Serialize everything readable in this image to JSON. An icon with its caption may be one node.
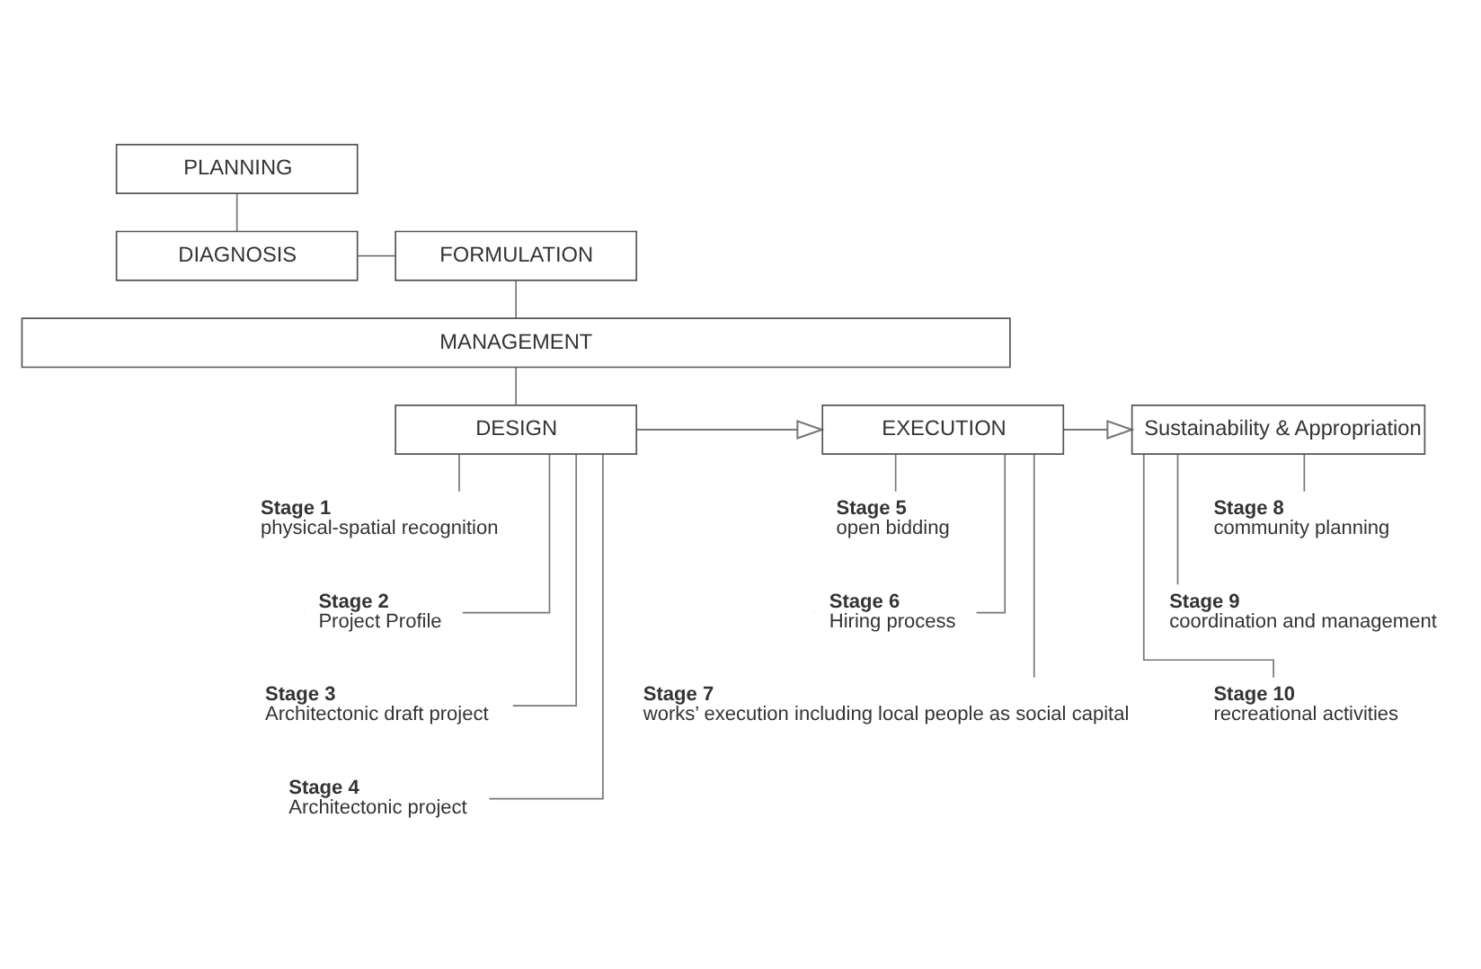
{
  "diagram": {
    "nodes": [
      {
        "text": [
          "PLANNING"
        ]
      },
      {
        "text": [
          "DIAGNOSIS"
        ]
      },
      {
        "text": [
          "FORMULATION"
        ]
      },
      {
        "text": [
          "MANAGEMENT"
        ]
      },
      {
        "text": [
          "DESIGN"
        ]
      },
      {
        "text": [
          "EXECUTION"
        ]
      },
      {
        "text": [
          "Sustainability & Appropriation"
        ]
      },
      {
        "text": [
          "Stage 1",
          "physical-spatial recognition"
        ]
      },
      {
        "text": [
          "Stage 2",
          "Project Profile"
        ]
      },
      {
        "text": [
          "Stage 3",
          "Architectonic draft project"
        ]
      },
      {
        "text": [
          "Stage 4",
          "Architectonic project"
        ]
      },
      {
        "text": [
          "Stage 5",
          "open bidding"
        ]
      },
      {
        "text": [
          "Stage 6",
          "Hiring process"
        ]
      },
      {
        "text": [
          "Stage 7",
          "works’ execution including local people as social capital"
        ]
      },
      {
        "text": [
          "Stage 8",
          "community planning"
        ]
      },
      {
        "text": [
          "Stage 9",
          "coordination and management"
        ]
      },
      {
        "text": [
          "Stage 10",
          "recreational activities"
        ]
      }
    ],
    "edges": [
      {
        "from": 0,
        "to": 1,
        "arrow": "none"
      },
      {
        "from": 1,
        "to": 2,
        "arrow": "none"
      },
      {
        "from": 2,
        "to": 3,
        "arrow": "none"
      },
      {
        "from": 3,
        "to": 4,
        "arrow": "none"
      },
      {
        "from": 4,
        "to": 5,
        "arrow": "to"
      },
      {
        "from": 5,
        "to": 6,
        "arrow": "to"
      },
      {
        "from": 4,
        "to": 7,
        "arrow": "none"
      },
      {
        "from": 4,
        "to": 8,
        "arrow": "none"
      },
      {
        "from": 4,
        "to": 9,
        "arrow": "none"
      },
      {
        "from": 4,
        "to": 10,
        "arrow": "none"
      },
      {
        "from": 5,
        "to": 11,
        "arrow": "none"
      },
      {
        "from": 5,
        "to": 12,
        "arrow": "none"
      },
      {
        "from": 5,
        "to": 13,
        "arrow": "none"
      },
      {
        "from": 6,
        "to": 14,
        "arrow": "none"
      },
      {
        "from": 6,
        "to": 15,
        "arrow": "none"
      },
      {
        "from": 6,
        "to": 16,
        "arrow": "none"
      }
    ]
  }
}
